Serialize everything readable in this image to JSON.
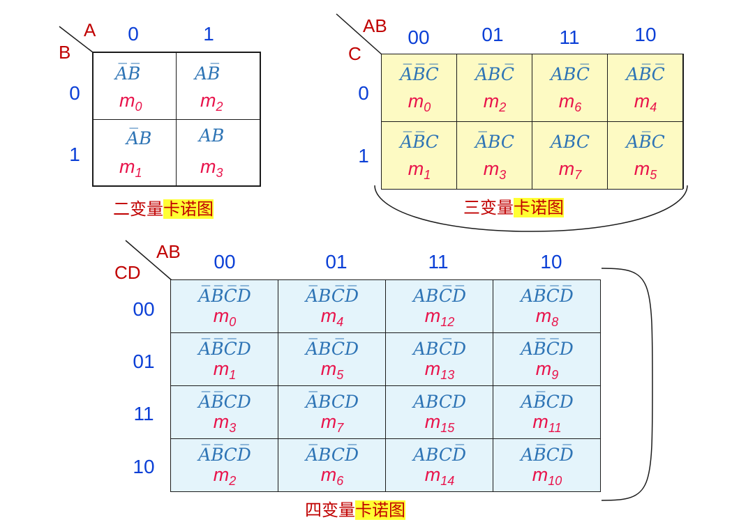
{
  "two_var": {
    "var_top": "A",
    "var_left": "B",
    "col_headers": [
      "0",
      "1"
    ],
    "row_headers": [
      "0",
      "1"
    ],
    "cells": [
      [
        {
          "expr": "A̅B̅",
          "m": "m",
          "sub": "0"
        },
        {
          "expr": "AB̅",
          "m": "m",
          "sub": "2"
        }
      ],
      [
        {
          "expr": "A̅B",
          "m": "m",
          "sub": "1"
        },
        {
          "expr": "AB",
          "m": "m",
          "sub": "3"
        }
      ]
    ],
    "caption_prefix": "二变量",
    "caption_highlight": "卡诺图"
  },
  "three_var": {
    "var_top": "AB",
    "var_left": "C",
    "col_headers": [
      "00",
      "01",
      "11",
      "10"
    ],
    "row_headers": [
      "0",
      "1"
    ],
    "cells": [
      [
        {
          "expr": "A̅B̅C̅",
          "m": "m",
          "sub": "0"
        },
        {
          "expr": "A̅BC̅",
          "m": "m",
          "sub": "2"
        },
        {
          "expr": "ABC̅",
          "m": "m",
          "sub": "6"
        },
        {
          "expr": "AB̅C̅",
          "m": "m",
          "sub": "4"
        }
      ],
      [
        {
          "expr": "A̅B̅C",
          "m": "m",
          "sub": "1"
        },
        {
          "expr": "A̅BC",
          "m": "m",
          "sub": "3"
        },
        {
          "expr": "ABC",
          "m": "m",
          "sub": "7"
        },
        {
          "expr": "AB̅C",
          "m": "m",
          "sub": "5"
        }
      ]
    ],
    "caption_prefix": "三变量",
    "caption_highlight": "卡诺图",
    "fill_color": "#fdfac3"
  },
  "four_var": {
    "var_top": "AB",
    "var_left": "CD",
    "col_headers": [
      "00",
      "01",
      "11",
      "10"
    ],
    "row_headers": [
      "00",
      "01",
      "11",
      "10"
    ],
    "cells": [
      [
        {
          "expr": "A̅B̅C̅D̅",
          "m": "m",
          "sub": "0"
        },
        {
          "expr": "A̅BC̅D̅",
          "m": "m",
          "sub": "4"
        },
        {
          "expr": "ABC̅D̅",
          "m": "m",
          "sub": "12"
        },
        {
          "expr": "AB̅C̅D̅",
          "m": "m",
          "sub": "8"
        }
      ],
      [
        {
          "expr": "A̅B̅C̅D",
          "m": "m",
          "sub": "1"
        },
        {
          "expr": "A̅BC̅D",
          "m": "m",
          "sub": "5"
        },
        {
          "expr": "ABC̅D",
          "m": "m",
          "sub": "13"
        },
        {
          "expr": "AB̅C̅D",
          "m": "m",
          "sub": "9"
        }
      ],
      [
        {
          "expr": "A̅B̅CD",
          "m": "m",
          "sub": "3"
        },
        {
          "expr": "A̅BCD",
          "m": "m",
          "sub": "7"
        },
        {
          "expr": "ABCD",
          "m": "m",
          "sub": "15"
        },
        {
          "expr": "AB̅CD",
          "m": "m",
          "sub": "11"
        }
      ],
      [
        {
          "expr": "A̅B̅CD̅",
          "m": "m",
          "sub": "2"
        },
        {
          "expr": "A̅BCD̅",
          "m": "m",
          "sub": "6"
        },
        {
          "expr": "ABCD̅",
          "m": "m",
          "sub": "14"
        },
        {
          "expr": "AB̅CD̅",
          "m": "m",
          "sub": "10"
        }
      ]
    ],
    "caption_prefix": "四变量",
    "caption_highlight": "卡诺图",
    "fill_color": "#e4f4fb"
  },
  "colors": {
    "variable_label": "#c00000",
    "header": "#0b3fd6",
    "expression": "#2e74b5",
    "minterm": "#e8124a",
    "highlight": "#ffff33"
  }
}
